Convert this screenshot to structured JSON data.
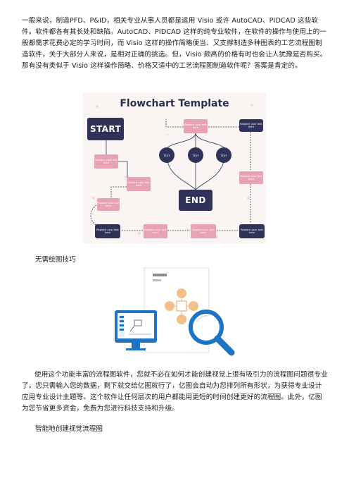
{
  "paragraphs": {
    "intro": "一般来说，制造PFD、P&ID，相关专业从事人员都是运用 Visio 或许 AutoCAD、PIDCAD 这些软件。软件都各有其长处和缺陷。AutoCAD、PIDCAD 这样的纯专业软件，在软件的操作与使用上的一般都需求花费必定的学习时间，而 Visio 这样的操作简略便当、又支撑制造多种图表的工艺流程图制造软件，关于大部分人来说，是相对正确的挑选。但，Visio 颇高的价格有时也会让人犹豫是否购买。那有没有类似于 Visio 这样操作简略、价格又适中的工艺流程图制造软件呢？答案是肯定的。",
    "body": "使用这个功能丰富的流程图软件，您就不必在如何才能创建视觉上很有吸引力的流程图问题很专业了。您只需输入您的数据，剩下就交给亿图就行了，亿图会自动为您排列所有形状，为获得专业设计应用专业设计主题等。这个软件让任何层次的用户都能用更短的时间创建更好的流程图。此外，亿图为您节省更多资金，免费为您进行科技支持和升级。"
  },
  "captions": {
    "first": "无需绘图技巧",
    "second": "智能地创建视觉流程图"
  },
  "flowchart": {
    "title": "Flowchart Template",
    "start": "START",
    "end": "END",
    "text_label": "TEXT",
    "replace_short": "Replace your text here",
    "replace_long": "Replace your text here"
  },
  "colors": {
    "navy": "#2f3359",
    "pink": "#e8a2b6",
    "background": "#faf5f3",
    "illustration_blue": "#1e74c4",
    "illustration_orange": "#f3c08a"
  }
}
